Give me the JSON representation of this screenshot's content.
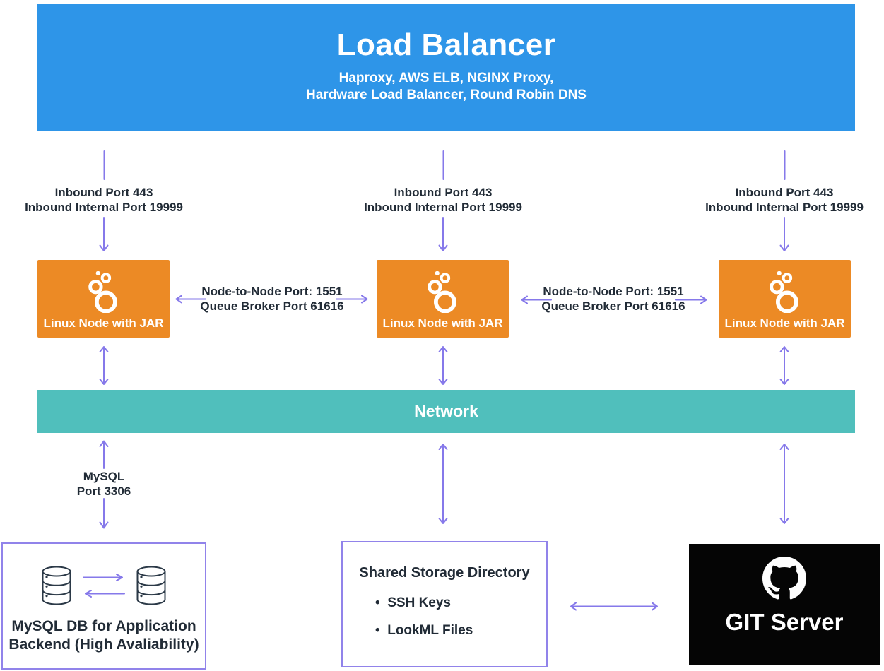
{
  "load_balancer": {
    "title": "Load Balancer",
    "subtitle_line1": "Haproxy, AWS ELB, NGINX Proxy,",
    "subtitle_line2": "Hardware Load Balancer, Round Robin DNS"
  },
  "inbound_labels": [
    {
      "line1": "Inbound Port 443",
      "line2": "Inbound Internal Port 19999"
    },
    {
      "line1": "Inbound Port 443",
      "line2": "Inbound Internal Port 19999"
    },
    {
      "line1": "Inbound Port 443",
      "line2": "Inbound Internal Port 19999"
    }
  ],
  "nodes": [
    {
      "label": "Linux Node with JAR"
    },
    {
      "label": "Linux Node with JAR"
    },
    {
      "label": "Linux Node with JAR"
    }
  ],
  "node_links": [
    {
      "line1": "Node-to-Node Port: 1551",
      "line2": "Queue Broker Port 61616"
    },
    {
      "line1": "Node-to-Node Port: 1551",
      "line2": "Queue Broker Port 61616"
    }
  ],
  "network": {
    "label": "Network"
  },
  "mysql_link": {
    "line1": "MySQL",
    "line2": "Port 3306"
  },
  "mysql_box": {
    "line1": "MySQL DB for Application",
    "line2": "Backend (High Avaliability)"
  },
  "storage_box": {
    "title": "Shared Storage Directory",
    "items": [
      "SSH Keys",
      "LookML Files"
    ]
  },
  "git_box": {
    "label": "GIT Server"
  },
  "colors": {
    "load_balancer_bg": "#2E95E8",
    "node_bg": "#EC8A25",
    "network_bg": "#50BFBC",
    "arrow": "#8679EA",
    "box_border": "#9183EA",
    "text_dark": "#212B36",
    "git_bg": "#050505"
  }
}
